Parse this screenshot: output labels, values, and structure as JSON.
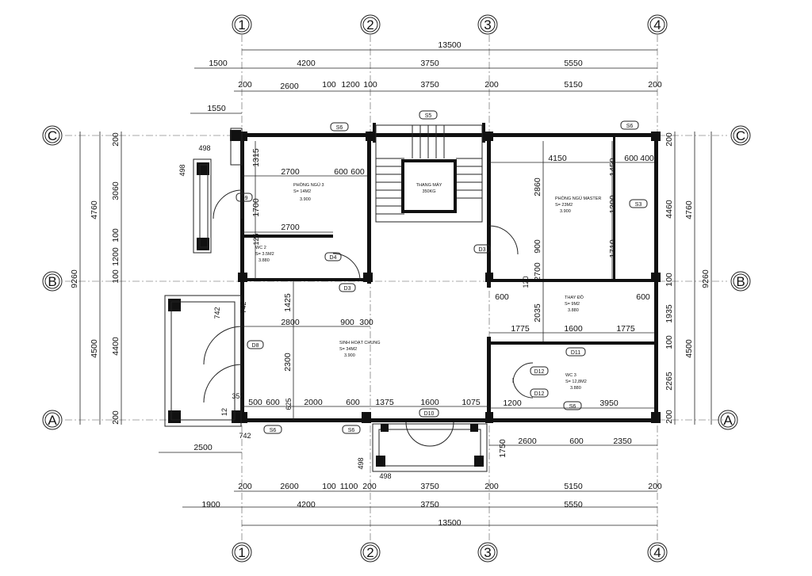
{
  "axes": {
    "columns": [
      "1",
      "2",
      "3",
      "4"
    ],
    "rows": [
      "A",
      "B",
      "C"
    ]
  },
  "top_dimensions": {
    "overall": "13500",
    "row1": [
      "1500",
      "4200",
      "3750",
      "5550"
    ],
    "row2": [
      "200",
      "2600",
      "100",
      "1200",
      "100",
      "3750",
      "200",
      "5150",
      "200"
    ],
    "cantilever": "1550"
  },
  "bottom_dimensions": {
    "overall": "13500",
    "row1": [
      "1900",
      "4200",
      "3750",
      "5550"
    ],
    "row2": [
      "200",
      "2600",
      "100",
      "1100",
      "200",
      "3750",
      "200",
      "5150",
      "200"
    ],
    "left": "2500",
    "balcony": [
      "742",
      "498",
      "498"
    ],
    "right_band": [
      "1750",
      "2600",
      "600",
      "2350"
    ]
  },
  "left_dimensions": {
    "outer": "9260",
    "middle": [
      "4760",
      "4500"
    ],
    "inner": [
      "200",
      "3060",
      "100",
      "1200",
      "100",
      "4400",
      "200"
    ]
  },
  "right_dimensions": {
    "outer": "9260",
    "middle": [
      "4760",
      "4500"
    ],
    "inner": [
      "200",
      "4460",
      "100",
      "1935",
      "100",
      "2265",
      "200"
    ]
  },
  "interior_dimensions": {
    "bed3": [
      "1315",
      "2700",
      "600",
      "600",
      "1700",
      "2700",
      "125"
    ],
    "living": [
      "1425",
      "2800",
      "900",
      "300",
      "2300"
    ],
    "front": [
      "500",
      "600",
      "625",
      "2000",
      "600",
      "1375",
      "1600",
      "1075",
      "352",
      "742",
      "742"
    ],
    "master": [
      "4150",
      "1450",
      "600",
      "400",
      "2860",
      "1200",
      "1710",
      "900",
      "2700",
      "120",
      "2035"
    ],
    "dressing": [
      "600",
      "600",
      "1775",
      "1600",
      "1775"
    ],
    "wc3": [
      "1200",
      "3950"
    ],
    "misc": [
      "498",
      "498",
      "12"
    ]
  },
  "rooms": {
    "bed3": {
      "name": "PHÒNG NGỦ 3",
      "area": "S= 14M2",
      "level": "3.900"
    },
    "wc2": {
      "name": "WC 2",
      "area": "S= 3.5M2",
      "level": "3.880"
    },
    "elevator": {
      "name": "THANG MÁY",
      "capacity": "350KG"
    },
    "master": {
      "name": "PHÒNG NGỦ MASTER",
      "area": "S= 23M2",
      "level": "3.900"
    },
    "dressing": {
      "name": "THAY ĐỒ",
      "area": "S= 9M2",
      "level": "3.880"
    },
    "living": {
      "name": "SINH HOẠT CHUNG",
      "area": "S= 34M2",
      "level": "3.900"
    },
    "wc3": {
      "name": "WC 3",
      "area": "S= 12,8M2",
      "level": "3.880"
    }
  },
  "tags": {
    "s6_top_left": "S6",
    "s5": "S5",
    "s6_top_right": "S6",
    "s3": "S3",
    "d9": "D9",
    "d4": "D4",
    "d3_left": "D3",
    "d3_right": "D3",
    "d8": "D8",
    "d11": "D11",
    "d12a": "D12",
    "d12b": "D12",
    "s6_wc3": "S6",
    "s6_bottom1": "S6",
    "s6_bottom2": "S6",
    "d10": "D10"
  },
  "colors": {
    "wall": "#111111",
    "line": "#222222",
    "axis": "#555555"
  }
}
